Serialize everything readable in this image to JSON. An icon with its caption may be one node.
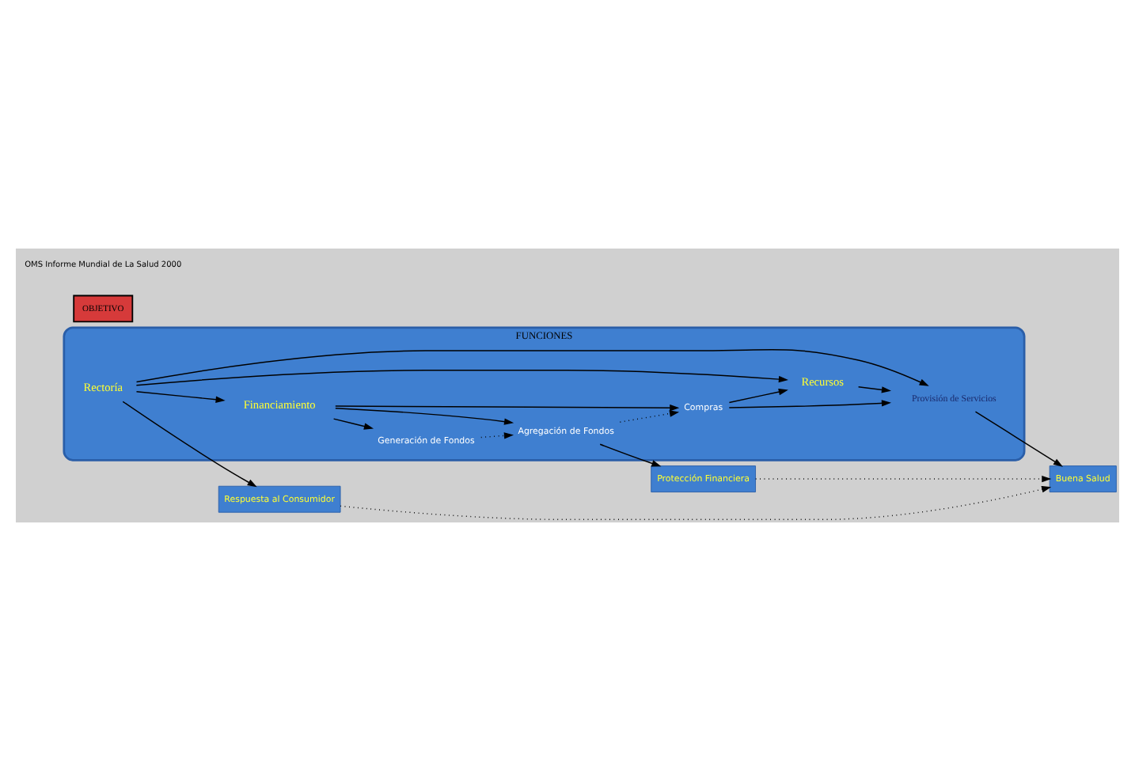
{
  "diagram": {
    "nodes": [
      {
        "text": [
          "FUNCIONES"
        ]
      },
      {
        "text": [
          "Rectoría"
        ],
        "in": 0
      },
      {
        "text": [
          "Recursos"
        ],
        "in": 0
      },
      {
        "text": [
          "Provisión de Servicios"
        ],
        "in": 0
      },
      {
        "text": [
          "Compras"
        ],
        "in": 0
      },
      {
        "text": [
          "Financiamiento"
        ],
        "in": 0
      },
      {
        "text": [
          "Agregación de Fondos"
        ],
        "in": 0
      },
      {
        "text": [
          "Generación de Fondos"
        ],
        "in": 0
      },
      {
        "text": [
          "OBJETIVO"
        ]
      },
      {
        "text": [
          "Respuesta al Consumidor"
        ]
      },
      {
        "text": [
          "Buena Salud"
        ]
      },
      {
        "text": [
          "Protección Financiera"
        ]
      }
    ],
    "edges": [
      {
        "from": 1,
        "to": 9,
        "arrow": "to"
      },
      {
        "from": 1,
        "to": 2,
        "arrow": "to"
      },
      {
        "from": 1,
        "to": 3,
        "arrow": "to"
      },
      {
        "from": 1,
        "to": 5,
        "arrow": "to"
      },
      {
        "from": 2,
        "to": 3,
        "arrow": "to"
      },
      {
        "from": 4,
        "to": 2,
        "arrow": "to"
      },
      {
        "from": 4,
        "to": 3,
        "arrow": "to"
      },
      {
        "from": 5,
        "to": 4,
        "arrow": "to"
      },
      {
        "from": 5,
        "to": 6,
        "arrow": "to"
      },
      {
        "from": 5,
        "to": 7,
        "arrow": "to"
      },
      {
        "from": 6,
        "to": 4,
        "arrow": "to",
        "style": "dashed"
      },
      {
        "from": 7,
        "to": 6,
        "arrow": "to",
        "style": "dashed"
      },
      {
        "from": 6,
        "to": 11,
        "arrow": "to"
      },
      {
        "from": 3,
        "to": 10,
        "arrow": "to"
      },
      {
        "from": 9,
        "to": 10,
        "arrow": "to",
        "style": "dashed"
      },
      {
        "from": 11,
        "to": 10,
        "arrow": "to",
        "style": "dashed"
      }
    ],
    "labels": [
      "OMS Informe Mundial de La Salud 2000"
    ]
  }
}
